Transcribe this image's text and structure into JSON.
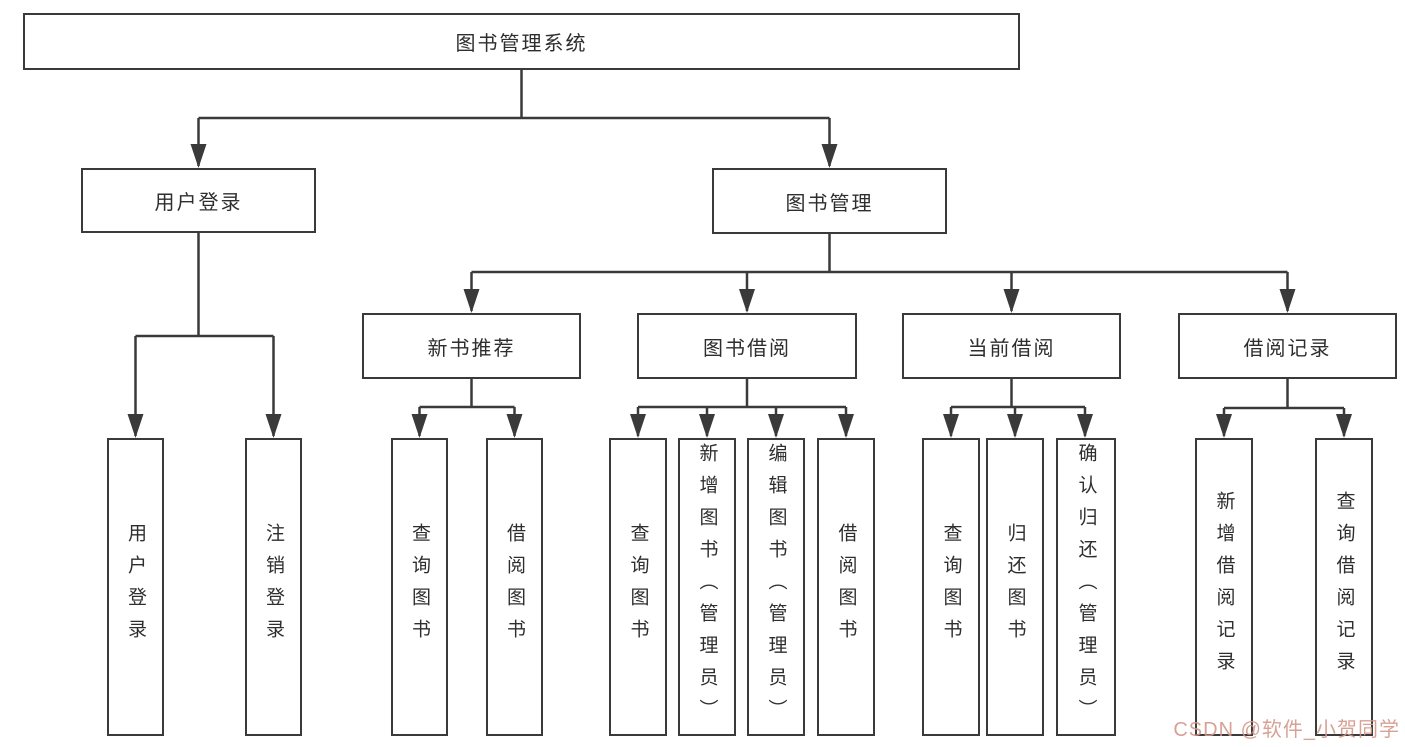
{
  "colors": {
    "line": "#3a3a3a",
    "box_border": "#3a3a3a",
    "text": "#2e2e2e",
    "background": "#ffffff",
    "watermark": "#d4978b"
  },
  "diagram": {
    "type": "hierarchy-tree",
    "tree": {
      "label": "图书管理系统",
      "children": [
        {
          "label": "用户登录",
          "children": [
            {
              "label": "用户登录"
            },
            {
              "label": "注销登录"
            }
          ]
        },
        {
          "label": "图书管理",
          "children": [
            {
              "label": "新书推荐",
              "children": [
                {
                  "label": "查询图书"
                },
                {
                  "label": "借阅图书"
                }
              ]
            },
            {
              "label": "图书借阅",
              "children": [
                {
                  "label": "查询图书"
                },
                {
                  "label": "新增图书（管理员）"
                },
                {
                  "label": "编辑图书（管理员）"
                },
                {
                  "label": "借阅图书"
                }
              ]
            },
            {
              "label": "当前借阅",
              "children": [
                {
                  "label": "查询图书"
                },
                {
                  "label": "归还图书"
                },
                {
                  "label": "确认归还（管理员）"
                }
              ]
            },
            {
              "label": "借阅记录",
              "children": [
                {
                  "label": "新增借阅记录"
                },
                {
                  "label": "查询借阅记录"
                }
              ]
            }
          ]
        }
      ]
    }
  },
  "watermark": {
    "text": "CSDN @软件_小贺同学"
  }
}
